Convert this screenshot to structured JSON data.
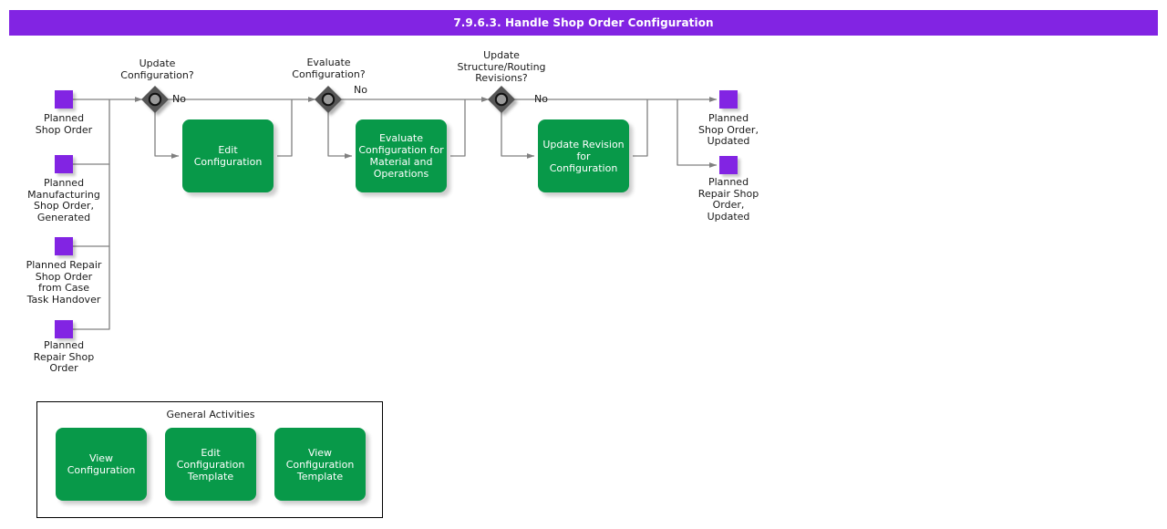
{
  "header": {
    "title": "7.9.6.3. Handle Shop Order Configuration",
    "bar_color": "#8224e3",
    "text_color": "#ffffff"
  },
  "theme": {
    "object_color": "#8224e3",
    "activity_color": "#089949",
    "decision_color": "#555555",
    "connector_color": "#808080",
    "panel_border_color": "#000000",
    "canvas_background": "#ffffff"
  },
  "inputs": [
    {
      "name": "planned-shop-order",
      "label": "Planned\nShop Order"
    },
    {
      "name": "planned-manufacturing-shop-order-generated",
      "label": "Planned\nManufacturing\nShop Order,\nGenerated"
    },
    {
      "name": "planned-repair-shop-order-from-case-task-handover",
      "label": "Planned Repair\nShop Order\nfrom Case\nTask Handover"
    },
    {
      "name": "planned-repair-shop-order",
      "label": "Planned\nRepair Shop\nOrder"
    }
  ],
  "outputs": [
    {
      "name": "planned-shop-order-updated",
      "label": "Planned\nShop Order,\nUpdated"
    },
    {
      "name": "planned-repair-shop-order-updated",
      "label": "Planned\nRepair Shop\nOrder,\nUpdated"
    }
  ],
  "decisions": [
    {
      "name": "update-configuration",
      "label": "Update\nConfiguration?",
      "branch_no": "No"
    },
    {
      "name": "evaluate-configuration",
      "label": "Evaluate\nConfiguration?",
      "branch_no": "No"
    },
    {
      "name": "update-structure-routing-revisions",
      "label": "Update\nStructure/Routing\nRevisions?",
      "branch_no": "No"
    }
  ],
  "activities": [
    {
      "name": "edit-configuration",
      "label": "Edit\nConfiguration"
    },
    {
      "name": "evaluate-configuration-for-material-and-operations",
      "label": "Evaluate\nConfiguration for\nMaterial and\nOperations"
    },
    {
      "name": "update-revision-for-configuration",
      "label": "Update Revision\nfor\nConfiguration"
    }
  ],
  "general_activities": {
    "title": "General Activities",
    "items": [
      {
        "name": "view-configuration",
        "label": "View\nConfiguration"
      },
      {
        "name": "edit-configuration-template",
        "label": "Edit\nConfiguration\nTemplate"
      },
      {
        "name": "view-configuration-template",
        "label": "View\nConfiguration\nTemplate"
      }
    ]
  }
}
